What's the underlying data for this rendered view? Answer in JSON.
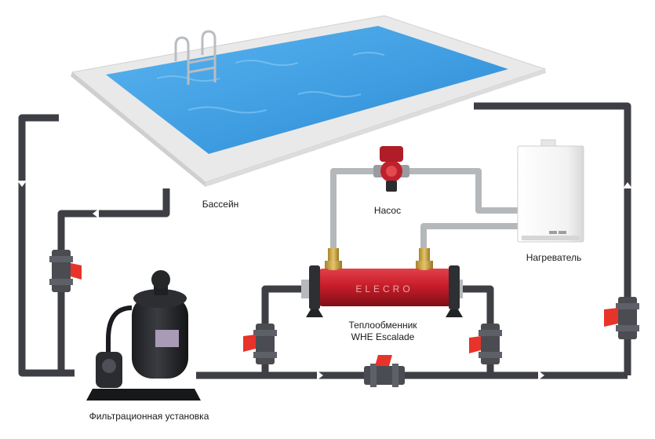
{
  "labels": {
    "pool": "Бассейн",
    "pump": "Насос",
    "heater": "Нагреватель",
    "exchanger_line1": "Теплообменник",
    "exchanger_line2": "WHE Escalade",
    "filter": "Фильтрационная установка"
  },
  "exchanger_brand": "ELECRO",
  "colors": {
    "pipe_dark": "#3d3f44",
    "pipe_light": "#b5b8bb",
    "water": "#3d9be0",
    "exchanger_red": "#c81d2a",
    "valve_handle": "#e8332a",
    "boiler": "#f3f3f3"
  }
}
